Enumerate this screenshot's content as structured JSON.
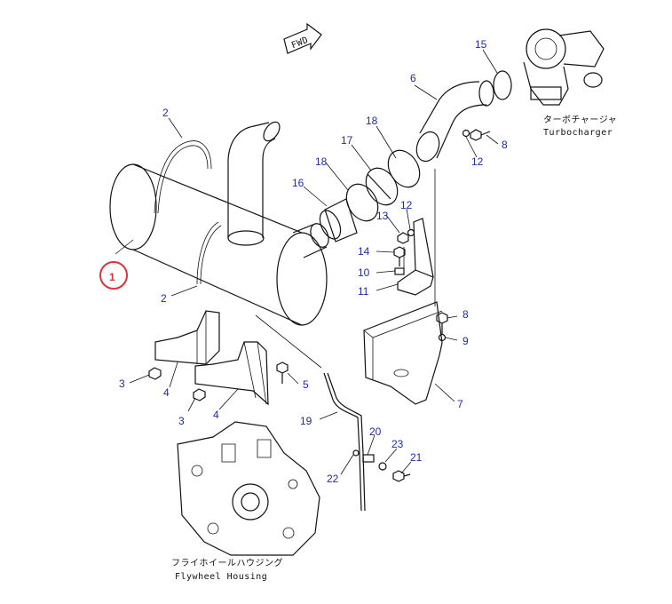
{
  "callouts": [
    {
      "id": "c1",
      "text": "1"
    },
    {
      "id": "c2a",
      "text": "2"
    },
    {
      "id": "c2b",
      "text": "2"
    },
    {
      "id": "c3a",
      "text": "3"
    },
    {
      "id": "c3b",
      "text": "3"
    },
    {
      "id": "c4a",
      "text": "4"
    },
    {
      "id": "c4b",
      "text": "4"
    },
    {
      "id": "c5",
      "text": "5"
    },
    {
      "id": "c6",
      "text": "6"
    },
    {
      "id": "c7",
      "text": "7"
    },
    {
      "id": "c8a",
      "text": "8"
    },
    {
      "id": "c8b",
      "text": "8"
    },
    {
      "id": "c9",
      "text": "9"
    },
    {
      "id": "c10",
      "text": "10"
    },
    {
      "id": "c11",
      "text": "11"
    },
    {
      "id": "c12a",
      "text": "12"
    },
    {
      "id": "c12b",
      "text": "12"
    },
    {
      "id": "c13",
      "text": "13"
    },
    {
      "id": "c14",
      "text": "14"
    },
    {
      "id": "c15",
      "text": "15"
    },
    {
      "id": "c16",
      "text": "16"
    },
    {
      "id": "c17",
      "text": "17"
    },
    {
      "id": "c18a",
      "text": "18"
    },
    {
      "id": "c18b",
      "text": "18"
    },
    {
      "id": "c19",
      "text": "19"
    },
    {
      "id": "c20",
      "text": "20"
    },
    {
      "id": "c21",
      "text": "21"
    },
    {
      "id": "c22",
      "text": "22"
    },
    {
      "id": "c23",
      "text": "23"
    }
  ],
  "labels": {
    "fwd": "FWD",
    "turbo_jp": "ターボチャージャ",
    "turbo_en": "Turbocharger",
    "flywheel_jp": "フライホイールハウジング",
    "flywheel_en": "Flywheel Housing"
  },
  "colors": {
    "callout_blue": "#1f2aa8",
    "highlight_red": "#e0303a",
    "line": "#111111"
  }
}
